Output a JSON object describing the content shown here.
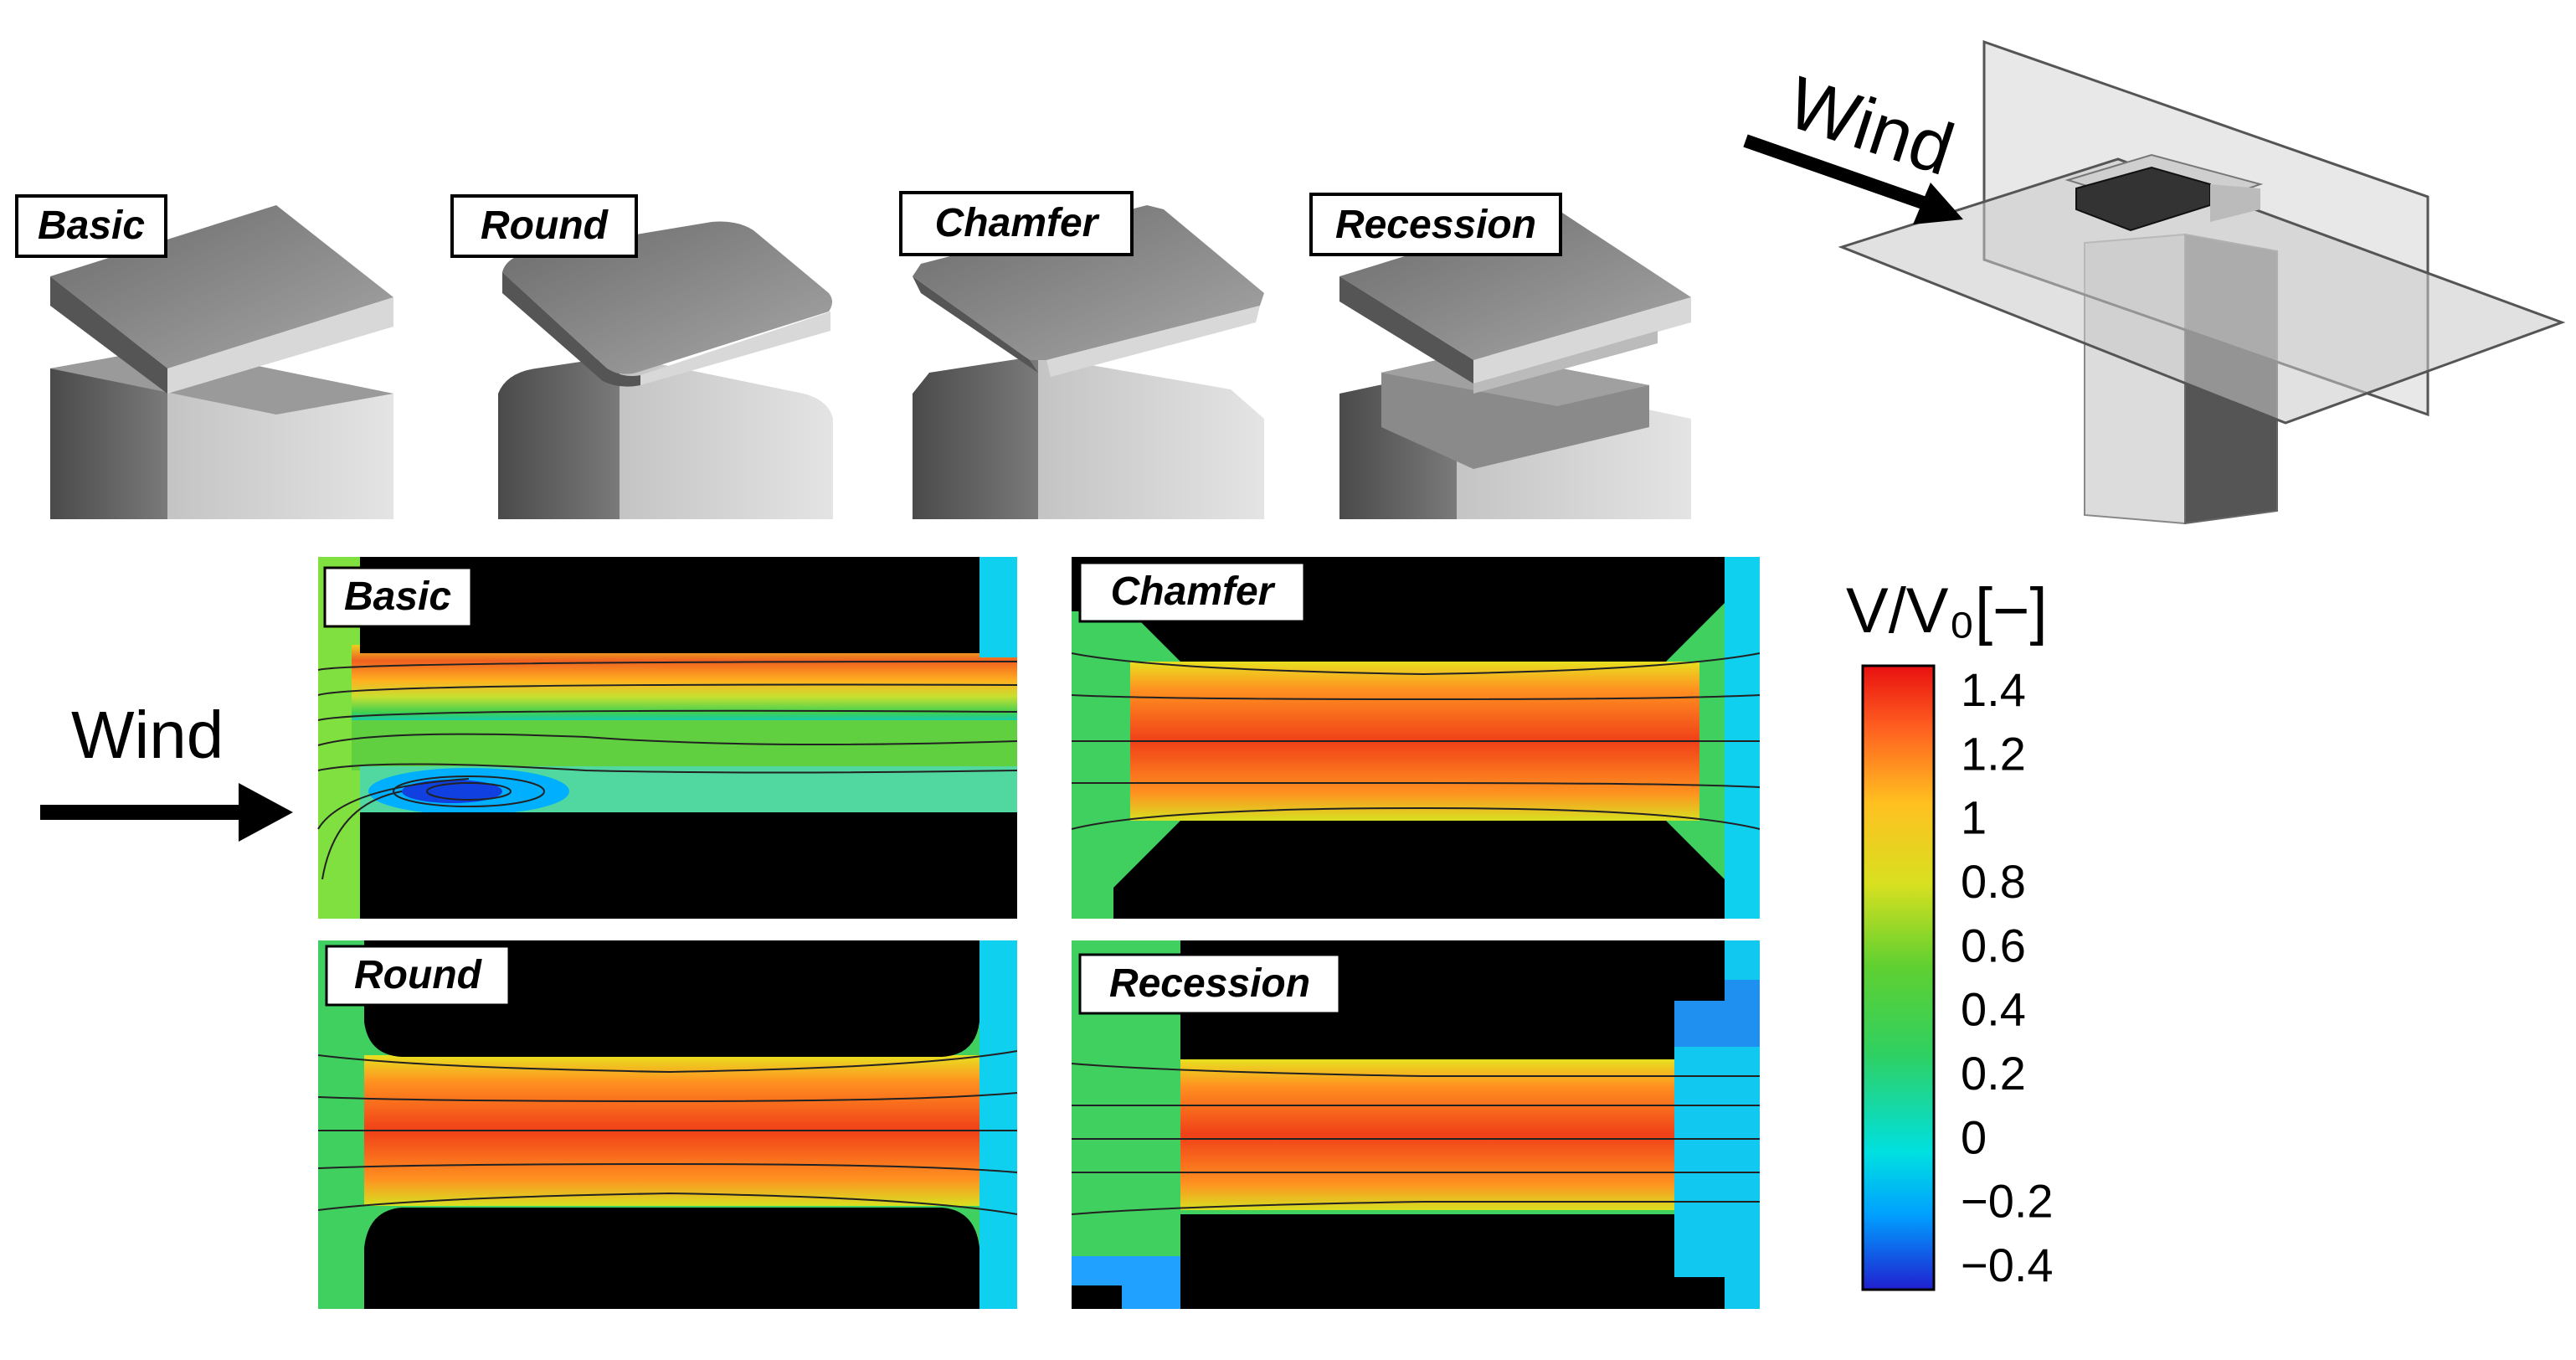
{
  "models": [
    {
      "label": "Basic"
    },
    {
      "label": "Round"
    },
    {
      "label": "Chamfer"
    },
    {
      "label": "Recession"
    }
  ],
  "setup_wind_label": "Wind",
  "flow_wind_label": "Wind",
  "panels": [
    {
      "label": "Basic"
    },
    {
      "label": "Chamfer"
    },
    {
      "label": "Round"
    },
    {
      "label": "Recession"
    }
  ],
  "colorbar": {
    "title": "V/V₀[−]",
    "ticks": [
      "1.4",
      "1.2",
      "1",
      "0.8",
      "0.6",
      "0.4",
      "0.2",
      "0",
      "−0.2",
      "−0.4"
    ],
    "colors": [
      "#2020d0",
      "#00a0ff",
      "#00e0e0",
      "#30d060",
      "#60d030",
      "#d8e020",
      "#ffc020",
      "#ff6020",
      "#e81010"
    ]
  }
}
